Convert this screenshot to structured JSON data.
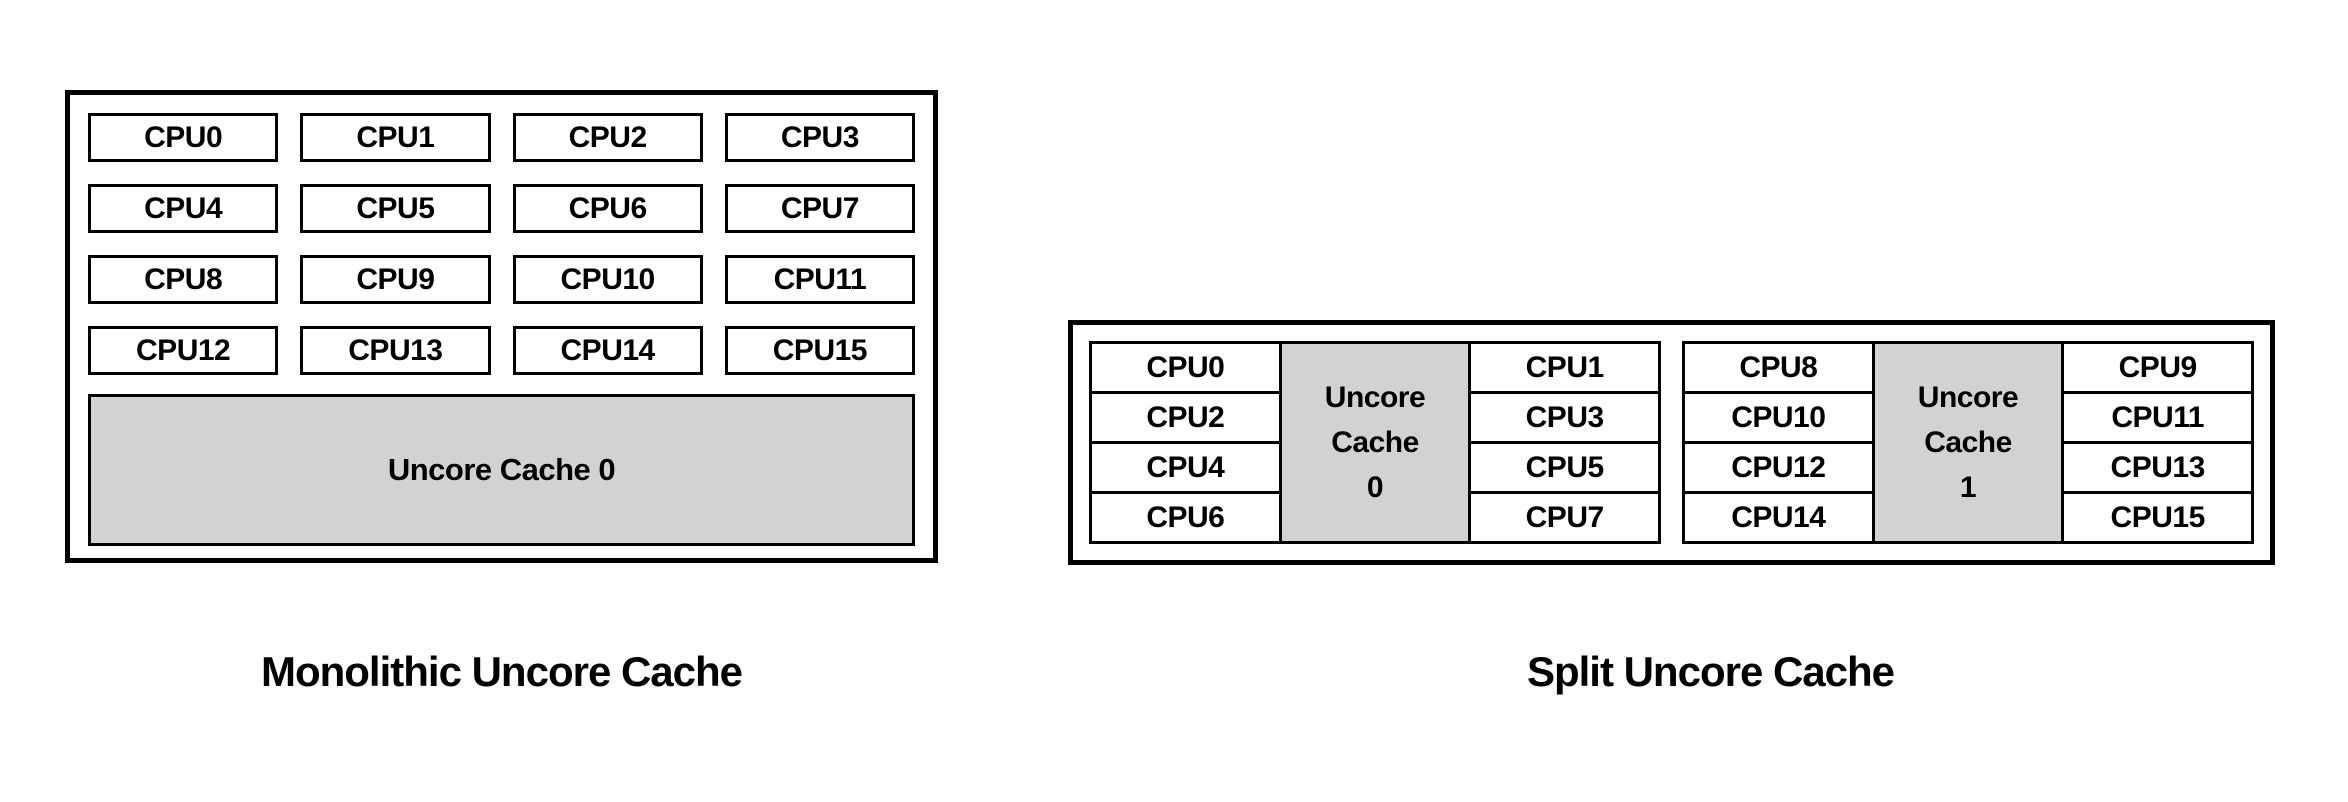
{
  "monolithic": {
    "caption": "Monolithic Uncore Cache",
    "cache_label": "Uncore Cache 0",
    "cpus": [
      "CPU0",
      "CPU1",
      "CPU2",
      "CPU3",
      "CPU4",
      "CPU5",
      "CPU6",
      "CPU7",
      "CPU8",
      "CPU9",
      "CPU10",
      "CPU11",
      "CPU12",
      "CPU13",
      "CPU14",
      "CPU15"
    ]
  },
  "split": {
    "caption": "Split Uncore Cache",
    "clusters": [
      {
        "left_cpus": [
          "CPU0",
          "CPU2",
          "CPU4",
          "CPU6"
        ],
        "cache_label": "Uncore Cache 0",
        "right_cpus": [
          "CPU1",
          "CPU3",
          "CPU5",
          "CPU7"
        ]
      },
      {
        "left_cpus": [
          "CPU8",
          "CPU10",
          "CPU12",
          "CPU14"
        ],
        "cache_label": "Uncore Cache 1",
        "right_cpus": [
          "CPU9",
          "CPU11",
          "CPU13",
          "CPU15"
        ]
      }
    ]
  },
  "colors": {
    "cache_fill": "#d2d2d2",
    "border": "#000000",
    "background": "#ffffff"
  }
}
